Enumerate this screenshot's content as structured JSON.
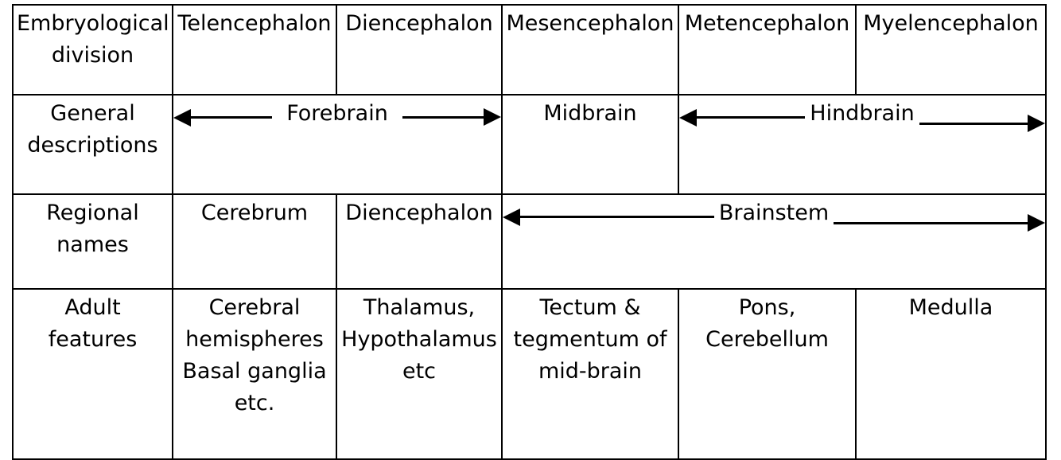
{
  "table": {
    "columns": 6,
    "rows": 4,
    "border_color": "#000000",
    "text_color": "#000000",
    "background": "#ffffff",
    "row_labels": [
      "Embryological\ndivision",
      "General\ndescriptions",
      "Regional\nnames",
      "Adult\nfeatures"
    ],
    "header_row": {
      "label": "Embryological\ndivision",
      "cells": [
        "Telencephalon",
        "Diencephalon",
        "Mesencephalon",
        "Metencephalon",
        "Myelencephalon"
      ]
    },
    "general_row": {
      "label": "General\ndescriptions",
      "forebrain_label": "Forebrain",
      "midbrain_label": "Midbrain",
      "hindbrain_label": "Hindbrain"
    },
    "regional_row": {
      "label": "Regional\nnames",
      "cerebrum_label": "Cerebrum",
      "diencephalon_label": "Diencephalon",
      "brainstem_label": "Brainstem"
    },
    "adult_row": {
      "label": "Adult\nfeatures",
      "cells": [
        "Cerebral\nhemispheres\nBasal ganglia\netc.",
        "Thalamus,\nHypothalamus\netc",
        "Tectum &\ntegmentum of\nmid-brain",
        "Pons,\nCerebellum",
        "Medulla"
      ]
    },
    "arrows": [
      {
        "name": "forebrain-arrow",
        "label": "Forebrain",
        "type": "double-headed",
        "spans": [
          "Telencephalon",
          "Diencephalon"
        ]
      },
      {
        "name": "hindbrain-arrow",
        "label": "Hindbrain",
        "type": "double-headed",
        "spans": [
          "Metencephalon",
          "Myelencephalon"
        ]
      },
      {
        "name": "brainstem-arrow",
        "label": "Brainstem",
        "type": "double-headed",
        "spans": [
          "Mesencephalon",
          "Metencephalon",
          "Myelencephalon"
        ]
      }
    ]
  }
}
